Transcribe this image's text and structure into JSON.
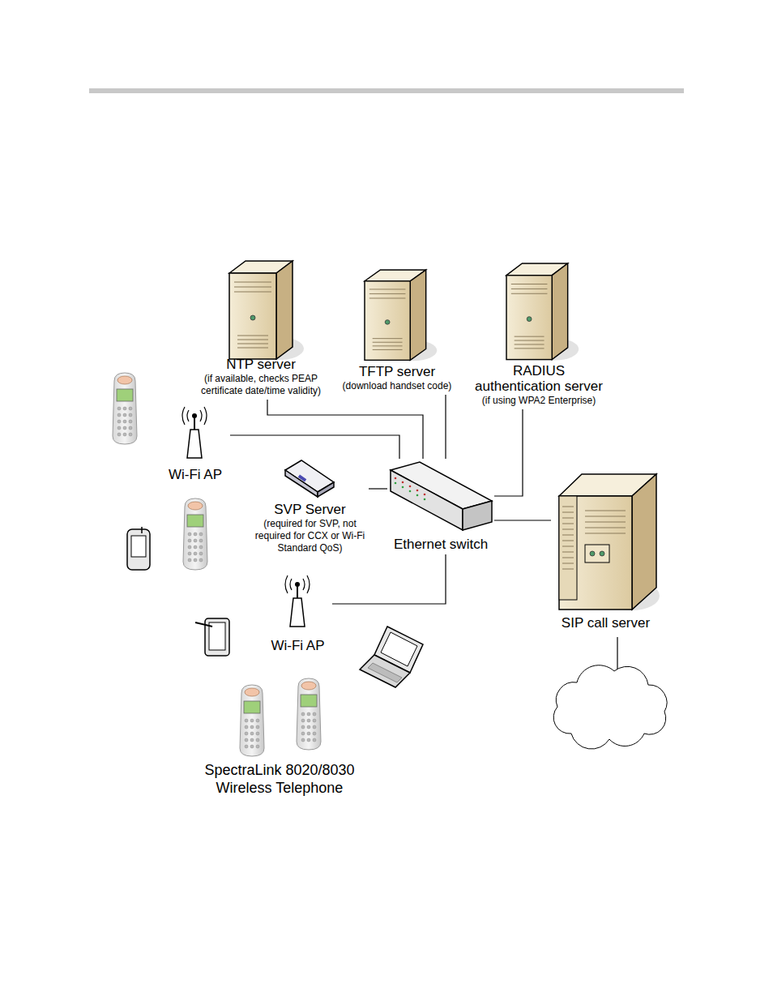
{
  "diagram": {
    "nodes": [
      {
        "text": [
          "NTP server",
          "(if available, checks PEAP certificate date/time validity)"
        ]
      },
      {
        "text": [
          "TFTP server",
          "(download handset code)"
        ]
      },
      {
        "text": [
          "RADIUS authentication server",
          "(if using WPA2 Enterprise)"
        ]
      },
      {
        "text": [
          "Wi-Fi AP"
        ]
      },
      {
        "text": [
          "SVP Server",
          "(required for SVP, not required for CCX or Wi-Fi Standard QoS)"
        ]
      },
      {
        "text": [
          "Ethernet switch"
        ]
      },
      {
        "text": [
          "Wi-Fi AP"
        ]
      },
      {
        "text": [
          "SIP call server"
        ]
      }
    ],
    "edges": [
      {
        "from": 0,
        "to": 5,
        "arrow": "none"
      },
      {
        "from": 1,
        "to": 5,
        "arrow": "none"
      },
      {
        "from": 2,
        "to": 5,
        "arrow": "none"
      },
      {
        "from": 3,
        "to": 5,
        "arrow": "none"
      },
      {
        "from": 4,
        "to": 5,
        "arrow": "none"
      },
      {
        "from": 6,
        "to": 5,
        "arrow": "none"
      },
      {
        "from": 5,
        "to": 7,
        "arrow": "none"
      }
    ],
    "labels": [
      "SpectraLink 8020/8030 Wireless Telephone"
    ]
  }
}
